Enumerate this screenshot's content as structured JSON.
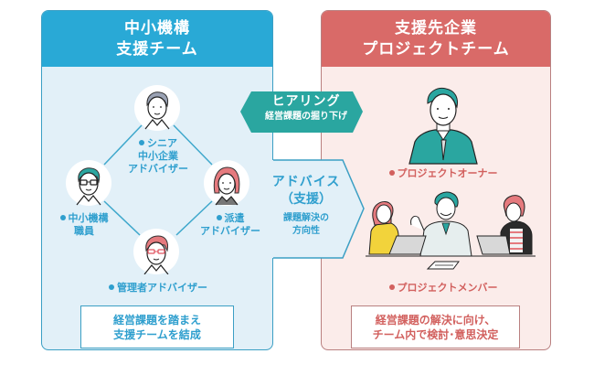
{
  "left_team": {
    "title_line1": "中小機構",
    "title_line2": "支援チーム",
    "header_color": "#29a9d6",
    "body_color": "#e2f0f8",
    "members": [
      {
        "icon": "senior-advisor-avatar",
        "label_line1": "シニア",
        "label_line2": "中小企業",
        "label_line3": "アドバイザー"
      },
      {
        "icon": "staff-avatar",
        "label_line1": "中小機構",
        "label_line2": "職員"
      },
      {
        "icon": "dispatched-advisor-avatar",
        "label_line1": "派遣",
        "label_line2": "アドバイザー"
      },
      {
        "icon": "manager-advisor-avatar",
        "label_line1": "管理者アドバイザー"
      }
    ],
    "note_line1": "経営課題を踏まえ",
    "note_line2": "支援チームを結成"
  },
  "right_team": {
    "title_line1": "支援先企業",
    "title_line2": "プロジェクトチーム",
    "header_color": "#d96a68",
    "body_color": "#fbecea",
    "owner_label": "プロジェクトオーナー",
    "members_label": "プロジェクトメンバー",
    "note_line1": "経営課題の解決に向け、",
    "note_line2": "チーム内で検討･意思決定"
  },
  "flows": {
    "hearing": {
      "title": "ヒアリング",
      "subtitle": "経営課題の掘り下げ",
      "color": "#2aa6a0",
      "direction": "left"
    },
    "advice": {
      "title": "アドバイス",
      "title2": "（支援）",
      "subtitle_line1": "課題解決の",
      "subtitle_line2": "方向性",
      "color": "#e2f0f8",
      "direction": "right"
    }
  }
}
